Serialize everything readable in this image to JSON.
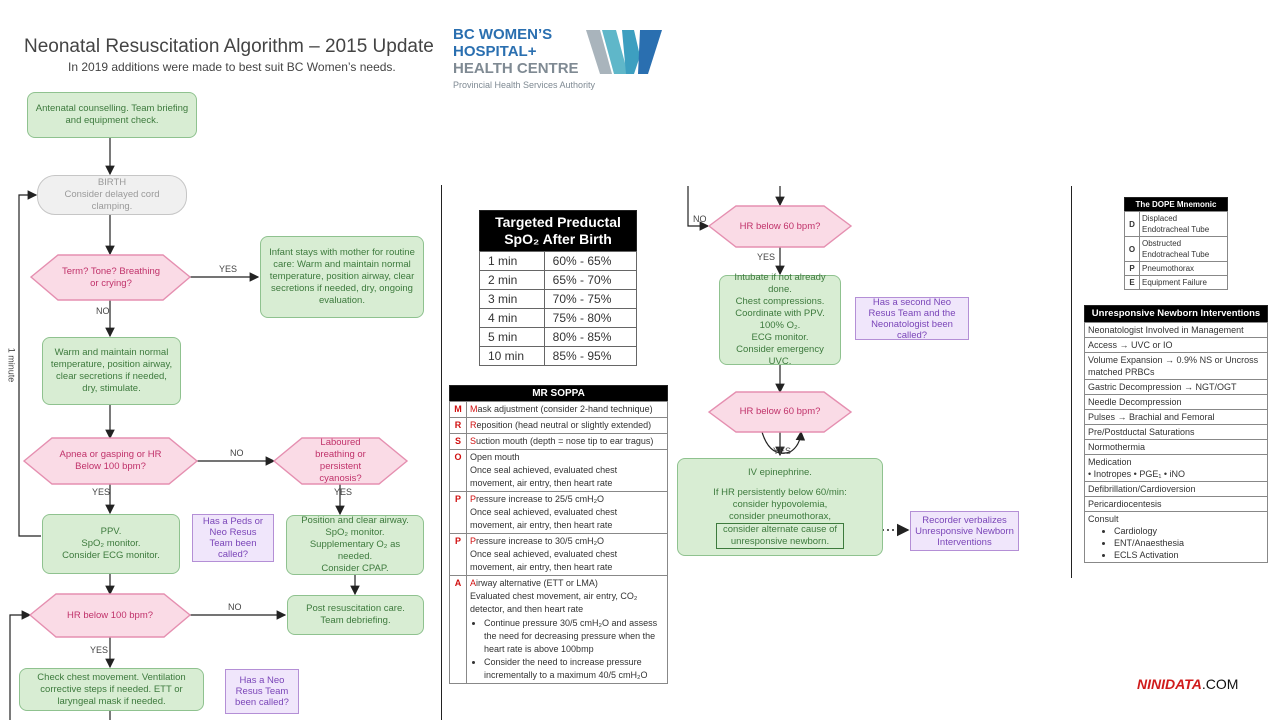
{
  "header": {
    "title": "Neonatal Resuscitation Algorithm – 2015 Update",
    "subtitle": "In 2019 additions were made to best suit BC Women’s needs."
  },
  "logo": {
    "line1": "BC WOMEN’S",
    "line2": "HOSPITAL+",
    "line3": "HEALTH CENTRE",
    "sub": "Provincial Health Services Authority",
    "colors": {
      "blue": "#2a6fb0",
      "grey": "#7f8a93",
      "teal": "#5fb7c9"
    }
  },
  "flow": {
    "antenatal": "Antenatal counselling. Team briefing and equipment check.",
    "birth_title": "BIRTH",
    "birth_sub": "Consider delayed cord clamping.",
    "term": "Term? Tone? Breathing or crying?",
    "stays": "Infant stays with mother for routine care: Warm and maintain normal temperature, position airway, clear secretions if needed, dry, ongoing evaluation.",
    "warm": "Warm and maintain normal temperature, position airway, clear secretions if needed, dry, stimulate.",
    "apnea": "Apnea or gasping or HR Below 100 bpm?",
    "laboured": "Laboured breathing or persistent cyanosis?",
    "ppv_1": "PPV.",
    "ppv_2": "SpO₂ monitor.",
    "ppv_3": "Consider ECG monitor.",
    "peds_call": "Has a Peds or Neo Resus Team been called?",
    "position_1": "Position and clear airway.",
    "position_2": "SpO₂ monitor.",
    "position_3": "Supplementary O₂ as needed.",
    "position_4": "Consider CPAP.",
    "hr100": "HR below 100 bpm?",
    "post_1": "Post resuscitation care.",
    "post_2": "Team debriefing.",
    "check": "Check chest movement. Ventilation corrective steps if needed. ETT or laryngeal mask if needed.",
    "neo_call": "Has a Neo Resus Team been called?",
    "hr60a": "HR below 60 bpm?",
    "intubate_1": "Intubate if not already done.",
    "intubate_2": "Chest compressions.",
    "intubate_3": "Coordinate with PPV.",
    "intubate_4": "100% O₂.",
    "intubate_5": "ECG monitor.",
    "intubate_6": "Consider emergency UVC.",
    "second_call": "Has a second Neo Resus Team and the Neonatologist been called?",
    "hr60b": "HR below 60 bpm?",
    "epi_1": "IV epinephrine.",
    "epi_2": "If HR persistently below 60/min:",
    "epi_3": "consider hypovolemia,",
    "epi_4": "consider pneumothorax,",
    "epi_5": "consider alternate cause of",
    "epi_6": "unresponsive newborn.",
    "recorder": "Recorder verbalizes Unresponsive Newborn Interventions",
    "yes": "YES",
    "no": "NO",
    "time_label": "1 minute",
    "colors": {
      "green_fill": "#d8edd3",
      "green_border": "#8fc28f",
      "pink_fill": "#fadbe6",
      "pink_border": "#e58fb0",
      "purple_fill": "#f0e6fb"
    }
  },
  "spo2_table": {
    "title_1": "Targeted Preductal",
    "title_2": "SpO₂ After Birth",
    "rows": [
      [
        "1 min",
        "60% - 65%"
      ],
      [
        "2 min",
        "65% - 70%"
      ],
      [
        "3 min",
        "70% - 75%"
      ],
      [
        "4 min",
        "75% - 80%"
      ],
      [
        "5 min",
        "80% - 85%"
      ],
      [
        "10 min",
        "85% - 95%"
      ]
    ]
  },
  "soppa": {
    "title": "MR SOPPA",
    "m_hl": "M",
    "m_rest": "ask adjustment (consider 2-hand technique)",
    "r_hl": "R",
    "r_rest": "eposition (head neutral or slightly extended)",
    "s_hl": "S",
    "s_rest": "uction mouth (depth = nose tip to ear tragus)",
    "o_line1": "Open mouth",
    "o_line2": "Once seal achieved, evaluated chest movement, air entry, then heart rate",
    "p1_hl": "P",
    "p1_rest": "ressure increase to 25/5 cmH₂O",
    "p1_line2": "Once seal achieved, evaluated chest movement, air entry, then heart rate",
    "p2_hl": "P",
    "p2_rest": "ressure increase to 30/5 cmH₂O",
    "p2_line2": "Once seal achieved, evaluated chest movement, air entry, then heart rate",
    "a_hl": "A",
    "a_rest": "irway alternative (ETT or LMA)",
    "a_line2": "Evaluated chest movement, air entry, CO₂ detector, and then heart rate",
    "a_bullet1": "Continue pressure 30/5 cmH₂O and assess the need for decreasing pressure when the heart rate is above 100bmp",
    "a_bullet2": "Consider the need to increase pressure incrementally to a maximum 40/5 cmH₂O",
    "letters": [
      "M",
      "R",
      "S",
      "O",
      "P",
      "P",
      "A"
    ]
  },
  "dope": {
    "title": "The DOPE Mnemonic",
    "rows": [
      [
        "D",
        "Displaced Endotracheal Tube"
      ],
      [
        "O",
        "Obstructed Endotracheal Tube"
      ],
      [
        "P",
        "Pneumothorax"
      ],
      [
        "E",
        "Equipment Failure"
      ]
    ]
  },
  "unresponsive": {
    "title": "Unresponsive Newborn Interventions",
    "rows": [
      "Neonatologist Involved in Management",
      "Access → UVC or IO",
      "Volume Expansion → 0.9% NS or Uncross matched PRBCs",
      "Gastric Decompression → NGT/OGT",
      "Needle Decompression",
      "Pulses → Brachial and Femoral",
      "Pre/Postductal Saturations",
      "Normothermia"
    ],
    "medication_title": "Medication",
    "medication_items": "• Inotropes     • PGE₁     • iNO",
    "rows2": [
      "Defibrillation/Cardioversion",
      "Pericardiocentesis"
    ],
    "consult_title": "Consult",
    "consult_items": [
      "Cardiology",
      "ENT/Anaesthesia",
      "ECLS Activation"
    ]
  },
  "watermark": {
    "brand": "NINIDATA",
    "tld": ".COM"
  }
}
